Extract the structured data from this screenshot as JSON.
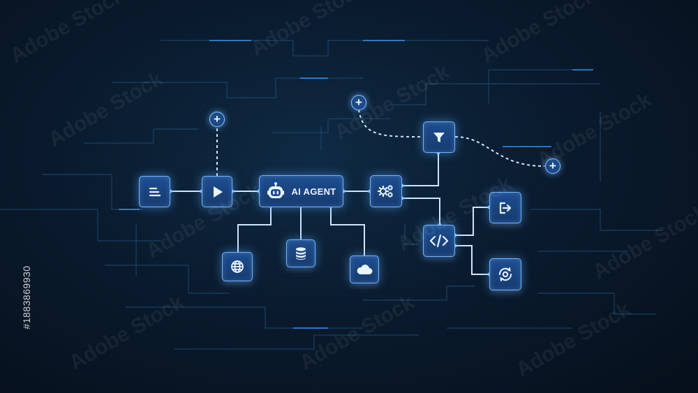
{
  "diagram": {
    "center_label": "AI AGENT"
  },
  "watermark": {
    "text": "Adobe Stock",
    "stock_id": "#1883869930"
  },
  "icons": {
    "list": "list-icon",
    "play": "play-icon",
    "robot": "robot-icon",
    "gears": "gears-icon",
    "filter": "filter-icon",
    "code": "code-icon",
    "export": "export-icon",
    "sync": "sync-settings-icon",
    "globe": "globe-icon",
    "database": "database-icon",
    "cloud": "cloud-icon",
    "plus": "plus-icon"
  },
  "plus_symbol": "+",
  "colors": {
    "background": "#0a1b2e",
    "node_fill": "#1d4d8f",
    "node_border": "#6fb6ff",
    "connector": "#cfe6ff",
    "circuit": "#1e4d7a"
  }
}
